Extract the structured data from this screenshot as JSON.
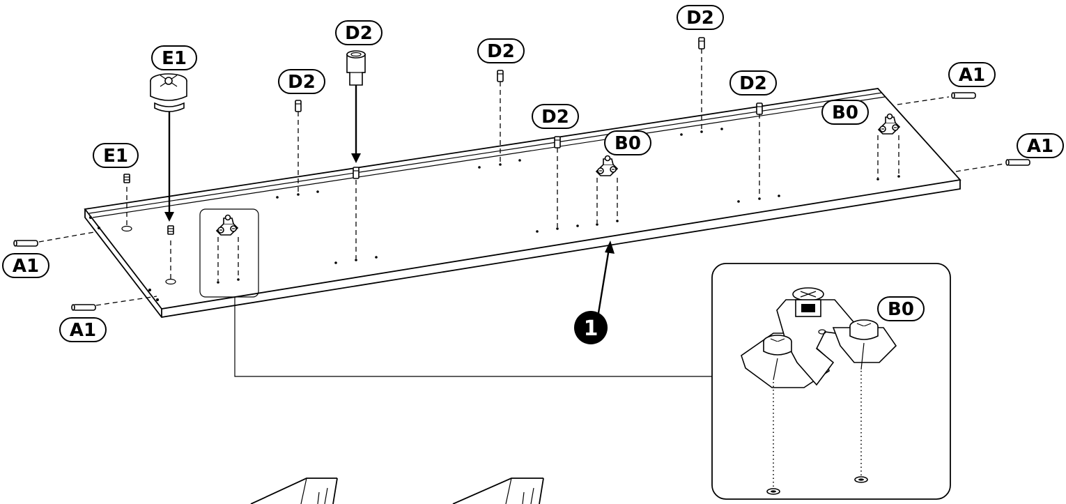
{
  "labels": {
    "e1_top": "E1",
    "e1_left": "E1",
    "d2_1": "D2",
    "d2_2": "D2",
    "d2_3": "D2",
    "d2_4": "D2",
    "d2_5": "D2",
    "d2_6": "D2",
    "b0_1": "B0",
    "b0_2": "B0",
    "b0_detail": "B0",
    "a1_tr1": "A1",
    "a1_tr2": "A1",
    "a1_l1": "A1",
    "a1_l2": "A1",
    "step_number": "1"
  }
}
